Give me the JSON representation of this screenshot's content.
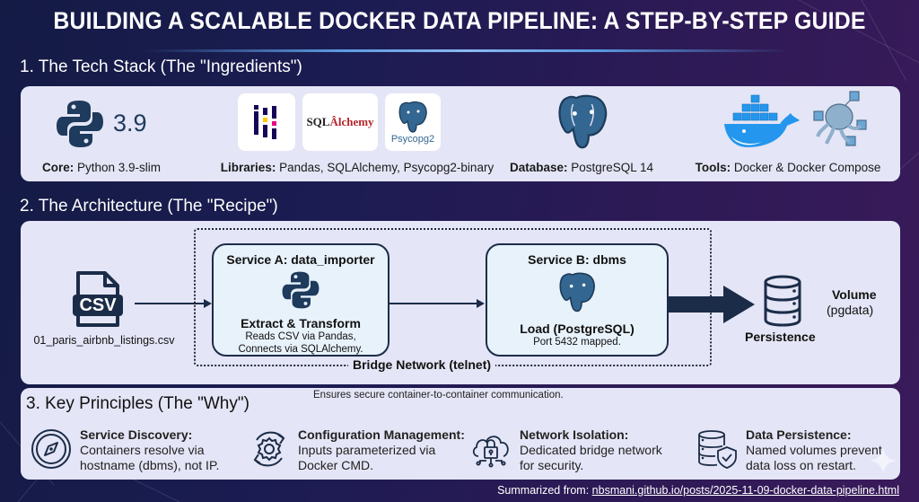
{
  "title": "BUILDING A SCALABLE DOCKER DATA PIPELINE: A STEP-BY-STEP GUIDE",
  "sections": {
    "tech_stack": {
      "heading": "1. The Tech Stack (The \"Ingredients\")",
      "items": [
        {
          "label": "Core:",
          "value": " Python 3.9-slim",
          "badge": "3.9",
          "icons": [
            "python-logo-icon"
          ]
        },
        {
          "label": "Libraries:",
          "value": " Pandas, SQLAlchemy, Psycopg2-binary",
          "icons": [
            "pandas-logo-icon",
            "sqlalchemy-logo-icon",
            "psycopg2-logo-icon"
          ],
          "sqlalchemy_text": "SQLAlchemy",
          "psycopg_text": "Psycopg2"
        },
        {
          "label": "Database:",
          "value": " PostgreSQL 14",
          "icons": [
            "postgresql-elephant-icon"
          ]
        },
        {
          "label": "Tools:",
          "value": " Docker & Docker Compose",
          "icons": [
            "docker-whale-icon",
            "docker-compose-octopus-icon"
          ]
        }
      ]
    },
    "architecture": {
      "heading": "2. The Architecture (The \"Recipe\")",
      "source_file": "01_paris_airbnb_listings.csv",
      "csv_badge": "CSV",
      "service_a": {
        "title": "Service A: data_importer",
        "subtitle": "Extract & Transform",
        "desc_1": "Reads CSV via Pandas,",
        "desc_2": "Connects via SQLAlchemy."
      },
      "service_b": {
        "title": "Service B: dbms",
        "subtitle": "Load (PostgreSQL)",
        "desc_1": "Port 5432 mapped."
      },
      "network_label": "Bridge Network (telnet)",
      "network_note": "Ensures secure container-to-container communication.",
      "volume_title": "Volume",
      "volume_sub": "(pgdata)",
      "persistence_label": "Persistence"
    },
    "principles": {
      "heading": "3. Key Principles (The \"Why\")",
      "items": [
        {
          "title": "Service Discovery:",
          "line1": "Containers resolve via",
          "line2": "hostname (dbms), not IP.",
          "icon": "compass-icon"
        },
        {
          "title": "Configuration Management:",
          "line1": "Inputs parameterized via",
          "line2": "Docker CMD.",
          "icon": "gear-cycle-icon"
        },
        {
          "title": "Network Isolation:",
          "line1": "Dedicated bridge network",
          "line2": "for security.",
          "icon": "cloud-lock-icon"
        },
        {
          "title": "Data Persistence:",
          "line1": "Named volumes prevent",
          "line2": "data loss on restart.",
          "icon": "database-shield-icon"
        }
      ]
    }
  },
  "footer": {
    "prefix": "Summarized from: ",
    "link_text": "nbsmani.github.io/posts/2025-11-09-docker-data-pipeline.html"
  },
  "colors": {
    "navy": "#1b2c48",
    "postgres_blue": "#336791",
    "docker_blue": "#2496ed",
    "panel_bg": "#e4e5f6"
  }
}
